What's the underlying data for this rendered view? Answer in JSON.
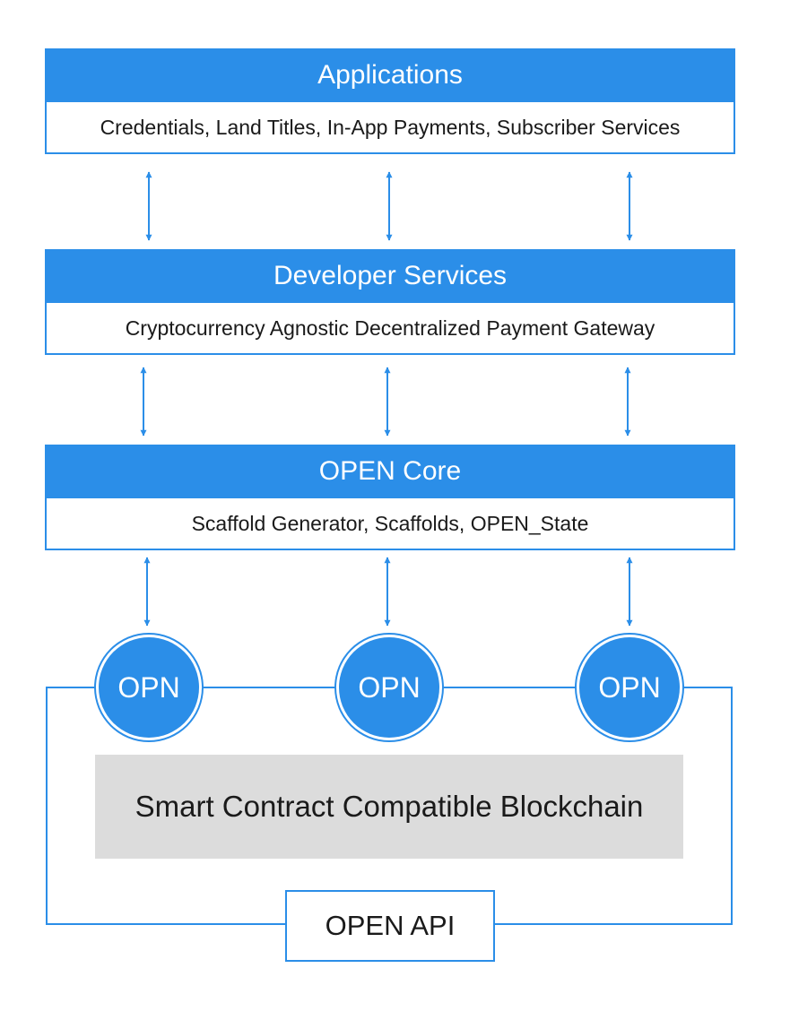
{
  "layers": {
    "applications": {
      "title": "Applications",
      "items": "Credentials, Land Titles, In-App Payments, Subscriber Services"
    },
    "developer_services": {
      "title": "Developer Services",
      "items": "Cryptocurrency Agnostic Decentralized Payment Gateway"
    },
    "open_core": {
      "title": "OPEN Core",
      "items": "Scaffold Generator, Scaffolds, OPEN_State"
    }
  },
  "nodes": [
    "OPN",
    "OPN",
    "OPN"
  ],
  "blockchain": "Smart Contract Compatible Blockchain",
  "api": "OPEN API",
  "colors": {
    "accent_blue": "#2b8ee8",
    "blockchain_gray": "#dcdcdc",
    "text_dark": "#1a1a1a"
  },
  "icons": [
    "double-arrow-icon"
  ]
}
